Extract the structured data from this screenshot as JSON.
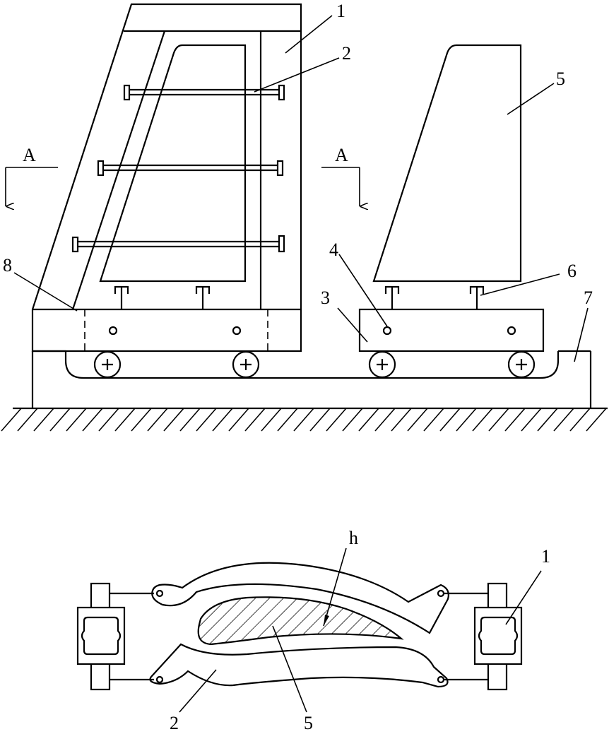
{
  "labels": {
    "frame": "1",
    "clamp_bar": "2",
    "carriage": "3",
    "pin": "4",
    "blade": "5",
    "support_post": "6",
    "rail_base": "7",
    "locating_pin": "8",
    "gap": "h",
    "section": "A"
  },
  "colors": {
    "line": "#000000",
    "background": "#ffffff"
  }
}
